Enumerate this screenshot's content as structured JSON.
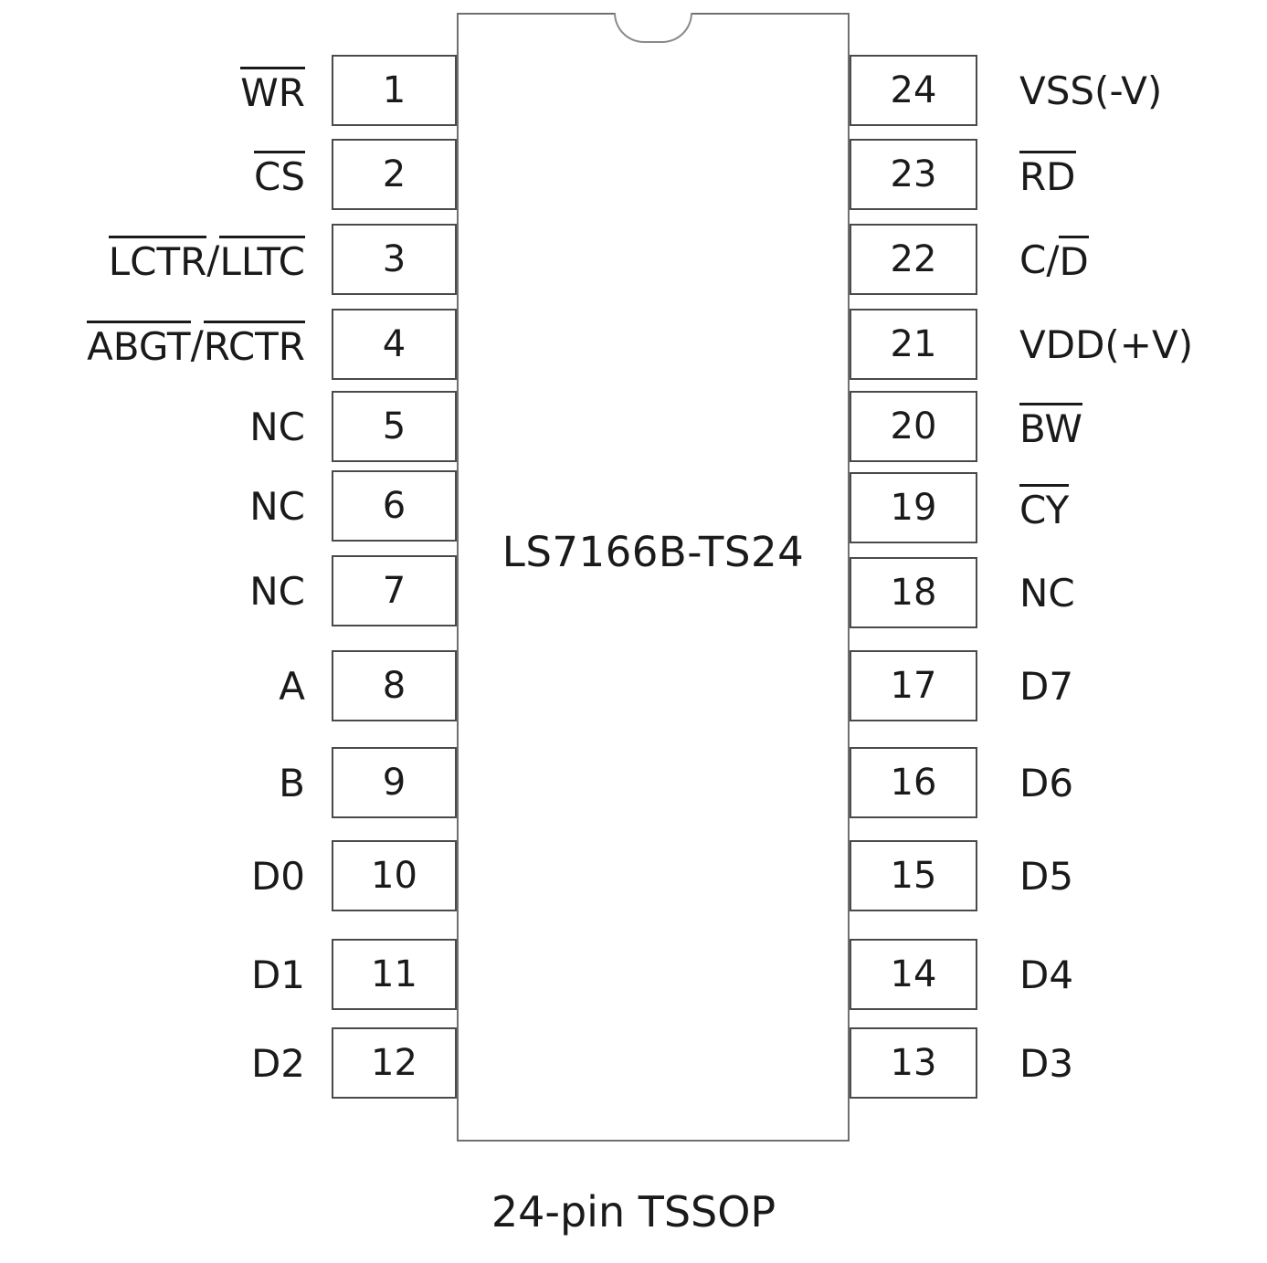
{
  "chip": {
    "name": "LS7166B-TS24",
    "caption": "24-pin TSSOP"
  },
  "pins": {
    "left": [
      {
        "number": "1",
        "label": [
          {
            "text": "WR",
            "overline": true
          }
        ]
      },
      {
        "number": "2",
        "label": [
          {
            "text": "CS",
            "overline": true
          }
        ]
      },
      {
        "number": "3",
        "label": [
          {
            "text": "LCTR",
            "overline": true
          },
          {
            "text": "/",
            "overline": false
          },
          {
            "text": "LLTC",
            "overline": true
          }
        ]
      },
      {
        "number": "4",
        "label": [
          {
            "text": "ABGT",
            "overline": true
          },
          {
            "text": "/",
            "overline": false
          },
          {
            "text": "RCTR",
            "overline": true
          }
        ]
      },
      {
        "number": "5",
        "label": [
          {
            "text": "NC",
            "overline": false
          }
        ]
      },
      {
        "number": "6",
        "label": [
          {
            "text": "NC",
            "overline": false
          }
        ]
      },
      {
        "number": "7",
        "label": [
          {
            "text": "NC",
            "overline": false
          }
        ]
      },
      {
        "number": "8",
        "label": [
          {
            "text": "A",
            "overline": false
          }
        ]
      },
      {
        "number": "9",
        "label": [
          {
            "text": "B",
            "overline": false
          }
        ]
      },
      {
        "number": "10",
        "label": [
          {
            "text": "D0",
            "overline": false
          }
        ]
      },
      {
        "number": "11",
        "label": [
          {
            "text": "D1",
            "overline": false
          }
        ]
      },
      {
        "number": "12",
        "label": [
          {
            "text": "D2",
            "overline": false
          }
        ]
      }
    ],
    "right": [
      {
        "number": "24",
        "label": [
          {
            "text": "VSS(-V)",
            "overline": false
          }
        ]
      },
      {
        "number": "23",
        "label": [
          {
            "text": "RD",
            "overline": true
          }
        ]
      },
      {
        "number": "22",
        "label": [
          {
            "text": "C/",
            "overline": false
          },
          {
            "text": "D",
            "overline": true
          }
        ]
      },
      {
        "number": "21",
        "label": [
          {
            "text": "VDD(+V)",
            "overline": false
          }
        ]
      },
      {
        "number": "20",
        "label": [
          {
            "text": "BW",
            "overline": true
          }
        ]
      },
      {
        "number": "19",
        "label": [
          {
            "text": "CY",
            "overline": true
          }
        ]
      },
      {
        "number": "18",
        "label": [
          {
            "text": "NC",
            "overline": false
          }
        ]
      },
      {
        "number": "17",
        "label": [
          {
            "text": "D7",
            "overline": false
          }
        ]
      },
      {
        "number": "16",
        "label": [
          {
            "text": "D6",
            "overline": false
          }
        ]
      },
      {
        "number": "15",
        "label": [
          {
            "text": "D5",
            "overline": false
          }
        ]
      },
      {
        "number": "14",
        "label": [
          {
            "text": "D4",
            "overline": false
          }
        ]
      },
      {
        "number": "13",
        "label": [
          {
            "text": "D3",
            "overline": false
          }
        ]
      }
    ]
  }
}
